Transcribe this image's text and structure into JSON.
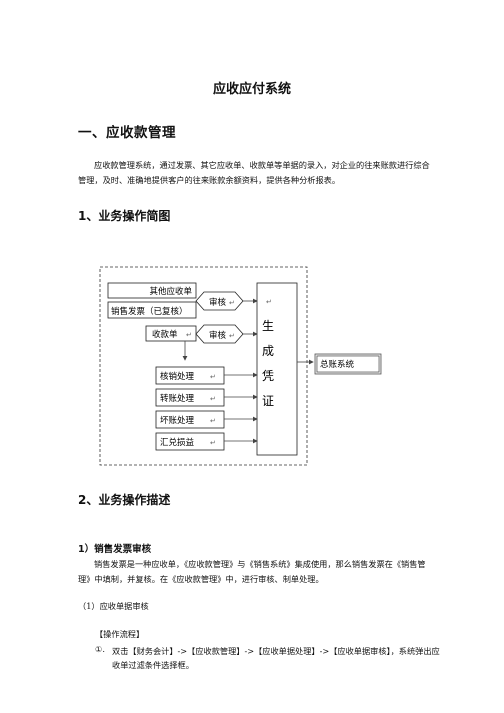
{
  "doc": {
    "title": "应收应付系统",
    "section1_heading": "一、应收款管理",
    "intro_paragraph": "应收款管理系统，通过发票、其它应收单、收款单等单据的录入，对企业的往来账款进行综合管理，及时、准确地提供客户的往来账款余额资料，提供各种分析报表。",
    "sub1_heading": "1、业务操作简图",
    "sub2_heading": "2、业务操作描述",
    "item1_heading": "1）销售发票审核",
    "item1_paragraph": "销售发票是一种应收单，《应收款管理》与《销售系统》集成使用，那么销售发票在《销售管理》中填制，并复核。在《应收款管理》中，进行审核、制单处理。",
    "subitem1": "（1）应收单据审核",
    "steps_header": "【操作流程】",
    "step1_num": "①.",
    "step1_text": "双击【财务会计】->【应收款管理】->【应收单据处理】->【应收单据审核】，系统弹出应收单过滤条件选择框。"
  },
  "diagram": {
    "other_receivable": "其他应收单",
    "sales_invoice": "销售发票（已复核）",
    "audit1": "审核",
    "receipt": "收款单",
    "audit2": "审核",
    "gen_char1": "生",
    "gen_char2": "成",
    "gen_char3": "凭",
    "gen_char4": "证",
    "ledger": "总账系统",
    "writeoff": "核销处理",
    "transfer": "转账处理",
    "baddebt": "坏账处理",
    "exchange": "汇兑损益",
    "mark": "↵"
  }
}
